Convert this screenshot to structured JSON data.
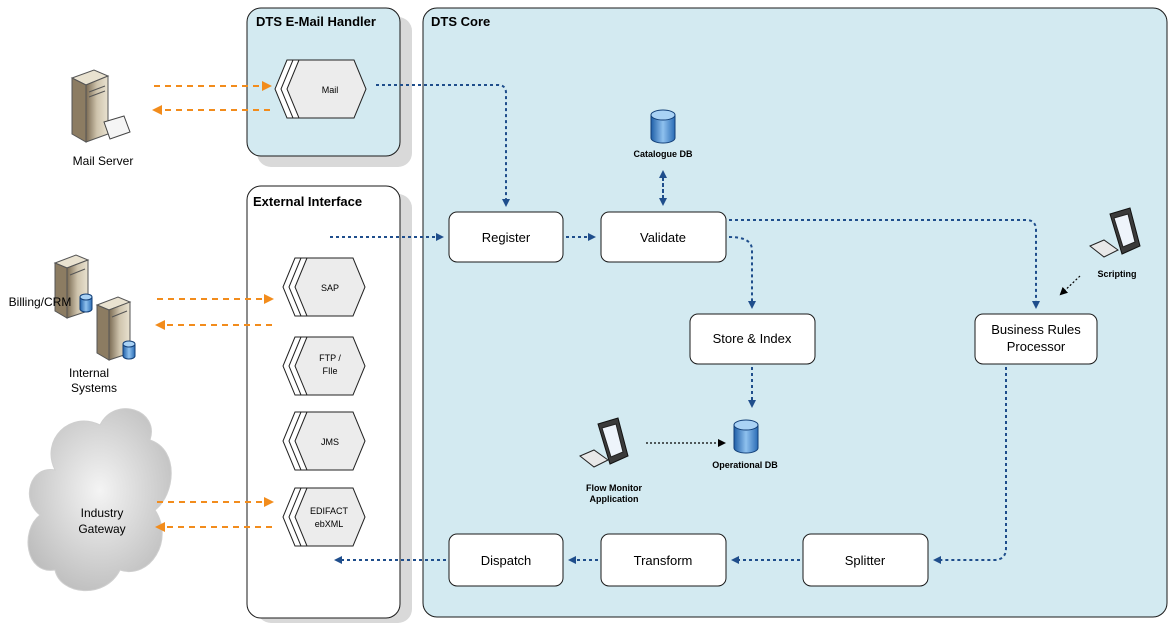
{
  "panels": {
    "email_handler": "DTS E-Mail Handler",
    "core": "DTS Core",
    "external_interface": "External Interface"
  },
  "process_boxes": {
    "register": "Register",
    "validate": "Validate",
    "store_index": "Store & Index",
    "business_rules_1": "Business Rules",
    "business_rules_2": "Processor",
    "dispatch": "Dispatch",
    "transform": "Transform",
    "splitter": "Splitter"
  },
  "connectors": {
    "mail": "Mail",
    "sap": "SAP",
    "ftp_1": "FTP /",
    "ftp_2": "FIle",
    "jms": "JMS",
    "edifact_1": "EDIFACT",
    "edifact_2": "ebXML"
  },
  "databases": {
    "catalogue": "Catalogue DB",
    "operational": "Operational DB"
  },
  "workstations": {
    "scripting": "Scripting",
    "flow_monitor_1": "Flow Monitor",
    "flow_monitor_2": "Application"
  },
  "external_systems": {
    "mail_server": "Mail Server",
    "billing_crm": "Billing/CRM",
    "internal_1": "Internal",
    "internal_2": "Systems",
    "gateway_1": "Industry",
    "gateway_2": "Gateway"
  },
  "colors": {
    "core_fill": "#d3eaf1",
    "blue_arrow": "#1f4e8c",
    "orange_arrow": "#f28c1c",
    "shadow": "#d9d9d9"
  }
}
